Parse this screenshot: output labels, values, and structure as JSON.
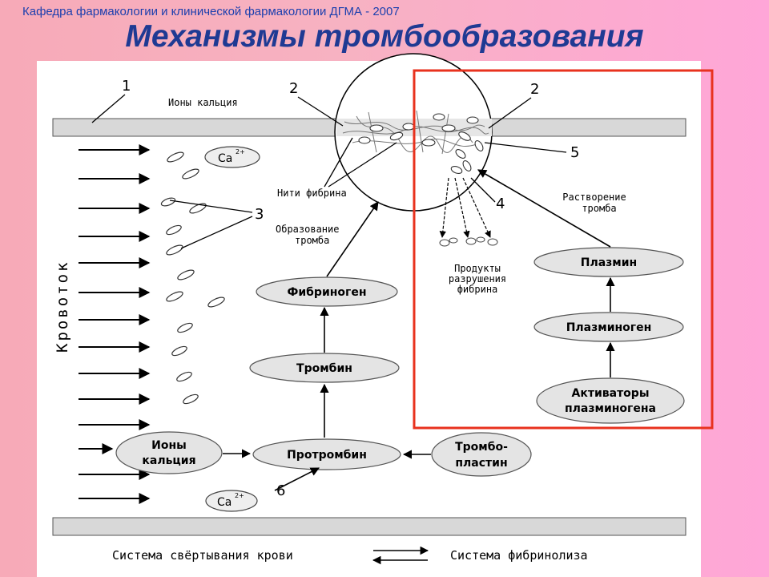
{
  "header": {
    "department": "Кафедра  фармакологии и клинической фармакологии ДГМА - 2007",
    "title": "Механизмы тромбообразования"
  },
  "numbers": {
    "n1": "1",
    "n2": "2",
    "n3": "3",
    "n4": "4",
    "n5": "5",
    "n6": "6"
  },
  "labels": {
    "calcium_ions_top": "Ионы кальция",
    "ca": "Ca",
    "ca_charge": "2+",
    "fibrin_threads": "Нити фибрина",
    "thrombus_formation_1": "Образование",
    "thrombus_formation_2": "тромба",
    "blood_flow": "Кровоток",
    "fibrin_products_1": "Продукты",
    "fibrin_products_2": "разрушения",
    "fibrin_products_3": "фибрина",
    "thrombus_dissolution_1": "Растворение",
    "thrombus_dissolution_2": "тромба"
  },
  "nodes": {
    "fibrinogen": "Фибриноген",
    "thrombin": "Тромбин",
    "prothrombin": "Протромбин",
    "calcium_ions_1": "Ионы",
    "calcium_ions_2": "кальция",
    "thromboplastin_1": "Тромбо-",
    "thromboplastin_2": "пластин",
    "plasmin": "Плазмин",
    "plasminogen": "Плазминоген",
    "activators_1": "Активаторы",
    "activators_2": "плазминогена"
  },
  "legend": {
    "coagulation": "Система  свёртывания  крови",
    "fibrinolysis": "Система  фибринолиза"
  },
  "colors": {
    "highlight_box": "#e8321e",
    "title": "#1f3a93",
    "header": "#1c3fae"
  }
}
